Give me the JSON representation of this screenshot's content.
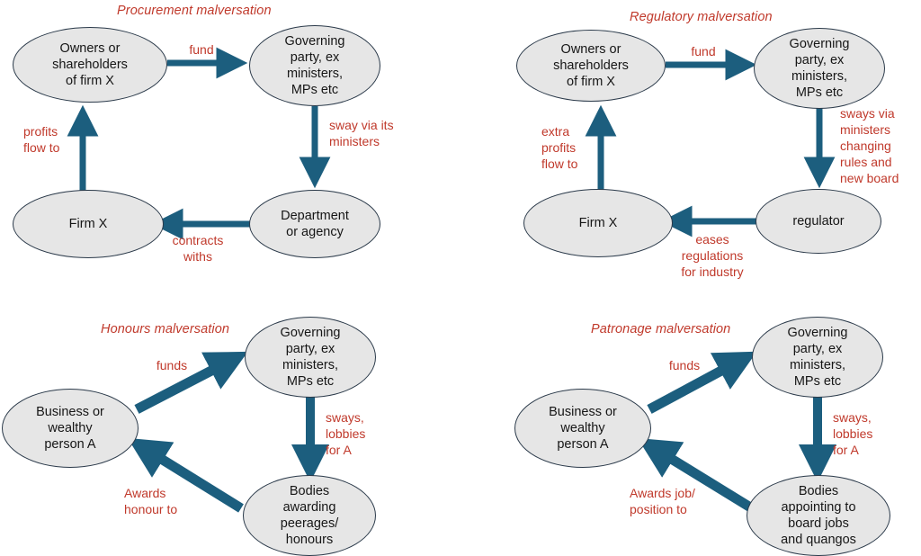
{
  "palette": {
    "arrow": "#1c5e7e",
    "label_red": "#c0392b",
    "node_fill": "#e6e6e6",
    "node_stroke": "#2b3a4a",
    "background": "#ffffff"
  },
  "diagrams": [
    {
      "id": "procurement",
      "title": "Procurement malversation",
      "nodes": [
        {
          "id": "owners",
          "label": "Owners or\nshareholders\nof firm X"
        },
        {
          "id": "party",
          "label": "Governing\nparty, ex\nministers,\nMPs etc"
        },
        {
          "id": "department",
          "label": "Department\nor agency"
        },
        {
          "id": "firm",
          "label": "Firm X"
        }
      ],
      "edges": [
        {
          "id": "owners-to-party",
          "label": "fund",
          "from": "owners",
          "to": "party"
        },
        {
          "id": "party-to-department",
          "label": "sway via its\nministers",
          "from": "party",
          "to": "department"
        },
        {
          "id": "department-to-firm",
          "label": "contracts\nwiths",
          "from": "department",
          "to": "firm"
        },
        {
          "id": "firm-to-owners",
          "label": "profits\nflow to",
          "from": "firm",
          "to": "owners"
        }
      ]
    },
    {
      "id": "regulatory",
      "title": "Regulatory malversation",
      "nodes": [
        {
          "id": "owners",
          "label": "Owners or\nshareholders\nof firm X"
        },
        {
          "id": "party",
          "label": "Governing\nparty, ex\nministers,\nMPs etc"
        },
        {
          "id": "regulator",
          "label": "regulator"
        },
        {
          "id": "firm",
          "label": "Firm X"
        }
      ],
      "edges": [
        {
          "id": "owners-to-party",
          "label": "fund",
          "from": "owners",
          "to": "party"
        },
        {
          "id": "party-to-regulator",
          "label": "sways via\nministers\nchanging\nrules and\nnew board",
          "from": "party",
          "to": "regulator"
        },
        {
          "id": "regulator-to-firm",
          "label": "eases\nregulations\nfor industry",
          "from": "regulator",
          "to": "firm"
        },
        {
          "id": "firm-to-owners",
          "label": "extra\nprofits\nflow to",
          "from": "firm",
          "to": "owners"
        }
      ]
    },
    {
      "id": "honours",
      "title": "Honours malversation",
      "nodes": [
        {
          "id": "person",
          "label": "Business or\nwealthy\nperson A"
        },
        {
          "id": "party",
          "label": "Governing\nparty, ex\nministers,\nMPs etc"
        },
        {
          "id": "bodies",
          "label": "Bodies\nawarding\npeerages/\nhonours"
        }
      ],
      "edges": [
        {
          "id": "person-to-party",
          "label": "funds",
          "from": "person",
          "to": "party"
        },
        {
          "id": "party-to-bodies",
          "label": "sways,\nlobbies\nfor A",
          "from": "party",
          "to": "bodies"
        },
        {
          "id": "bodies-to-person",
          "label": "Awards\nhonour to",
          "from": "bodies",
          "to": "person"
        }
      ]
    },
    {
      "id": "patronage",
      "title": "Patronage malversation",
      "nodes": [
        {
          "id": "person",
          "label": "Business or\nwealthy\nperson A"
        },
        {
          "id": "party",
          "label": "Governing\nparty, ex\nministers,\nMPs etc"
        },
        {
          "id": "bodies",
          "label": "Bodies\nappointing to\nboard jobs\nand quangos"
        }
      ],
      "edges": [
        {
          "id": "person-to-party",
          "label": "funds",
          "from": "person",
          "to": "party"
        },
        {
          "id": "party-to-bodies",
          "label": "sways,\nlobbies\nfor A",
          "from": "party",
          "to": "bodies"
        },
        {
          "id": "bodies-to-person",
          "label": "Awards job/\nposition  to",
          "from": "bodies",
          "to": "person"
        }
      ]
    }
  ]
}
